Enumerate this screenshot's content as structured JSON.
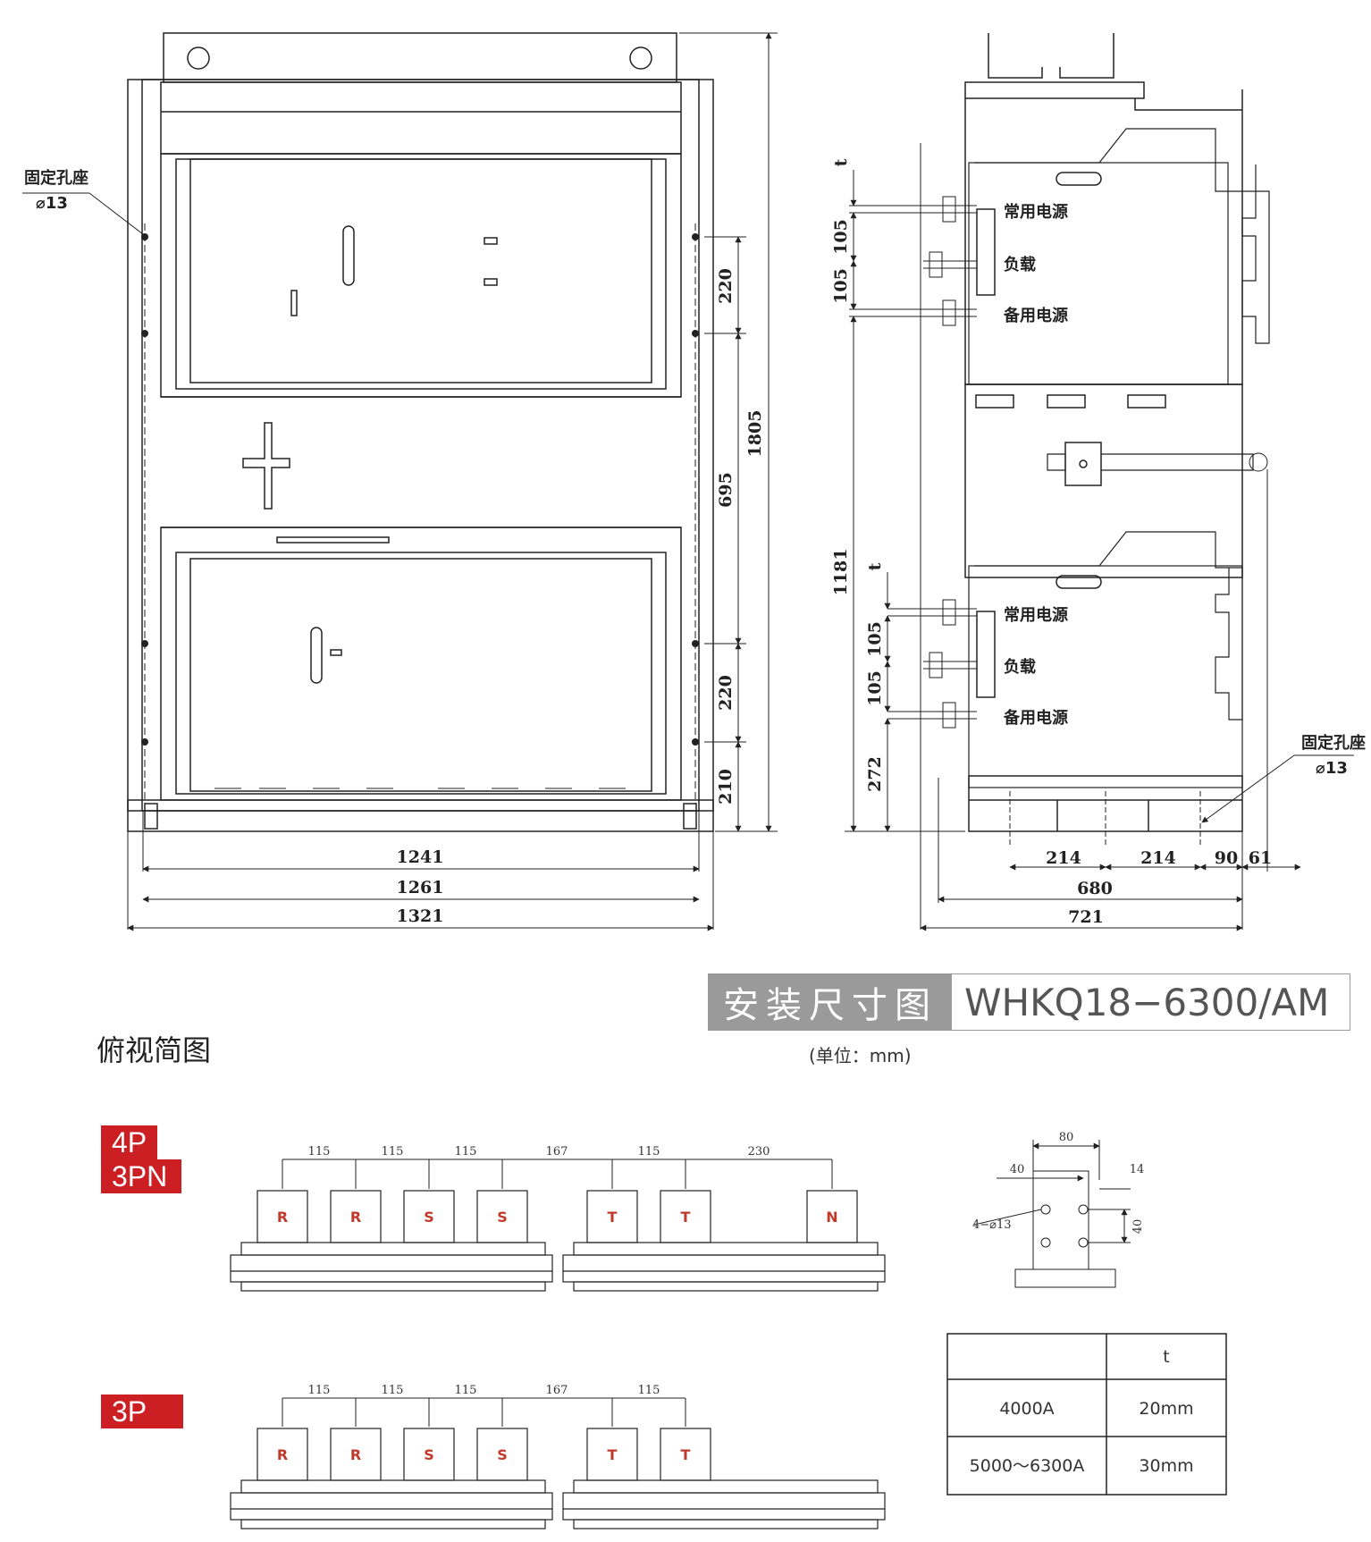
{
  "front_view": {
    "mount_label": "固定孔座",
    "mount_dia": "⌀13",
    "dims": {
      "d1241": "1241",
      "d1261": "1261",
      "d1321": "1321",
      "d1805": "1805",
      "d220a": "220",
      "d695": "695",
      "d220b": "220",
      "d210": "210"
    }
  },
  "side_view": {
    "t": "t",
    "common_power": "常用电源",
    "load": "负载",
    "backup_power": "备用电源",
    "mount_label": "固定孔座",
    "mount_dia": "⌀13",
    "dims": {
      "d105a": "105",
      "d105b": "105",
      "d1181": "1181",
      "d105c": "105",
      "d105d": "105",
      "d272": "272",
      "d214a": "214",
      "d214b": "214",
      "d90": "90",
      "d61": "61",
      "d680": "680",
      "d721": "721"
    }
  },
  "title": {
    "name": "安装尺寸图",
    "model": "WHKQ18−6300/AM",
    "unit": "(单位：mm)"
  },
  "top_view_label": "俯视简图",
  "badges": {
    "p4": "4P",
    "p3pn": "3PN",
    "p3": "3P"
  },
  "busbar_4p": {
    "dims": [
      "115",
      "115",
      "115",
      "167",
      "115",
      "230"
    ],
    "phases": [
      "R",
      "R",
      "S",
      "S",
      "T",
      "T",
      "N"
    ]
  },
  "busbar_3p": {
    "dims": [
      "115",
      "115",
      "115",
      "167",
      "115"
    ],
    "phases": [
      "R",
      "R",
      "S",
      "S",
      "T",
      "T"
    ]
  },
  "terminal_detail": {
    "w80": "80",
    "w40": "40",
    "w14": "14",
    "h40": "40",
    "holes": "4−⌀13"
  },
  "t_table": {
    "header": [
      "",
      "t"
    ],
    "rows": [
      [
        "4000A",
        "20mm"
      ],
      [
        "5000～6300A",
        "30mm"
      ]
    ]
  }
}
